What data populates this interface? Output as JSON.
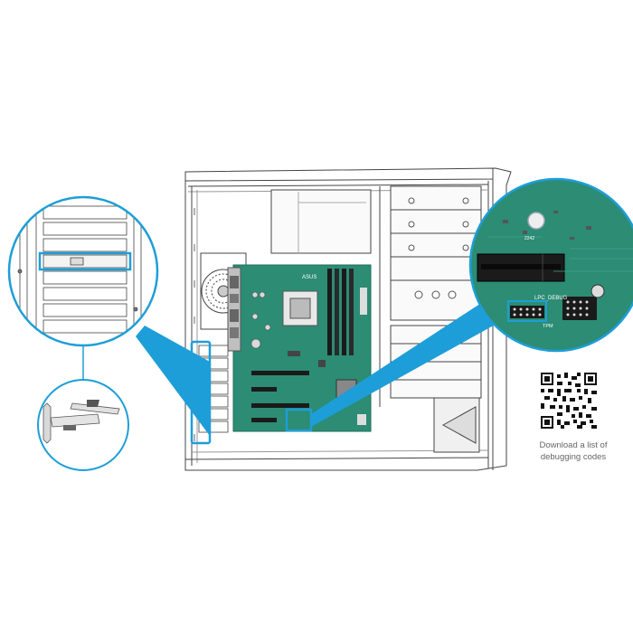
{
  "callouts": {
    "magnified_labels": {
      "tpm": "TPM",
      "lpc_debug": "LPC_DEBUG",
      "ref_code": "2242"
    }
  },
  "qr": {
    "caption_line1": "Download a list of",
    "caption_line2": "debugging codes"
  },
  "colors": {
    "highlight": "#1e9ed8",
    "board": "#2c8c74",
    "board_dark": "#1f6e5a",
    "outline": "#333333"
  },
  "motherboard": {
    "brand": "ASUS"
  }
}
